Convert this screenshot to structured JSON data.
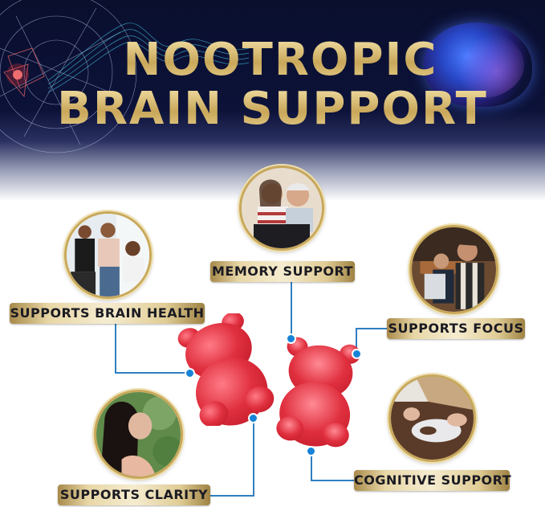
{
  "header": {
    "title_line1": "NOOTROPIC",
    "title_line2": "BRAIN SUPPORT"
  },
  "benefits": [
    {
      "id": "memory",
      "label": "MEMORY SUPPORT",
      "image": "woman-and-elderly-man-reading-photo"
    },
    {
      "id": "brain-health",
      "label": "SUPPORTS BRAIN HEALTH",
      "image": "group-of-women-talking-photo"
    },
    {
      "id": "focus",
      "label": "SUPPORTS FOCUS",
      "image": "people-working-on-laptops-photo"
    },
    {
      "id": "clarity",
      "label": "SUPPORTS CLARITY",
      "image": "woman-breathing-outdoors-photo"
    },
    {
      "id": "cognitive",
      "label": "COGNITIVE SUPPORT",
      "image": "hands-doing-jigsaw-puzzle-photo"
    }
  ],
  "product": {
    "name": "red gummy bears",
    "color": "#d92b3a"
  },
  "colors": {
    "gold": "#c8a85a",
    "connector_blue": "#1683d8",
    "navy": "#0a0f2e"
  }
}
